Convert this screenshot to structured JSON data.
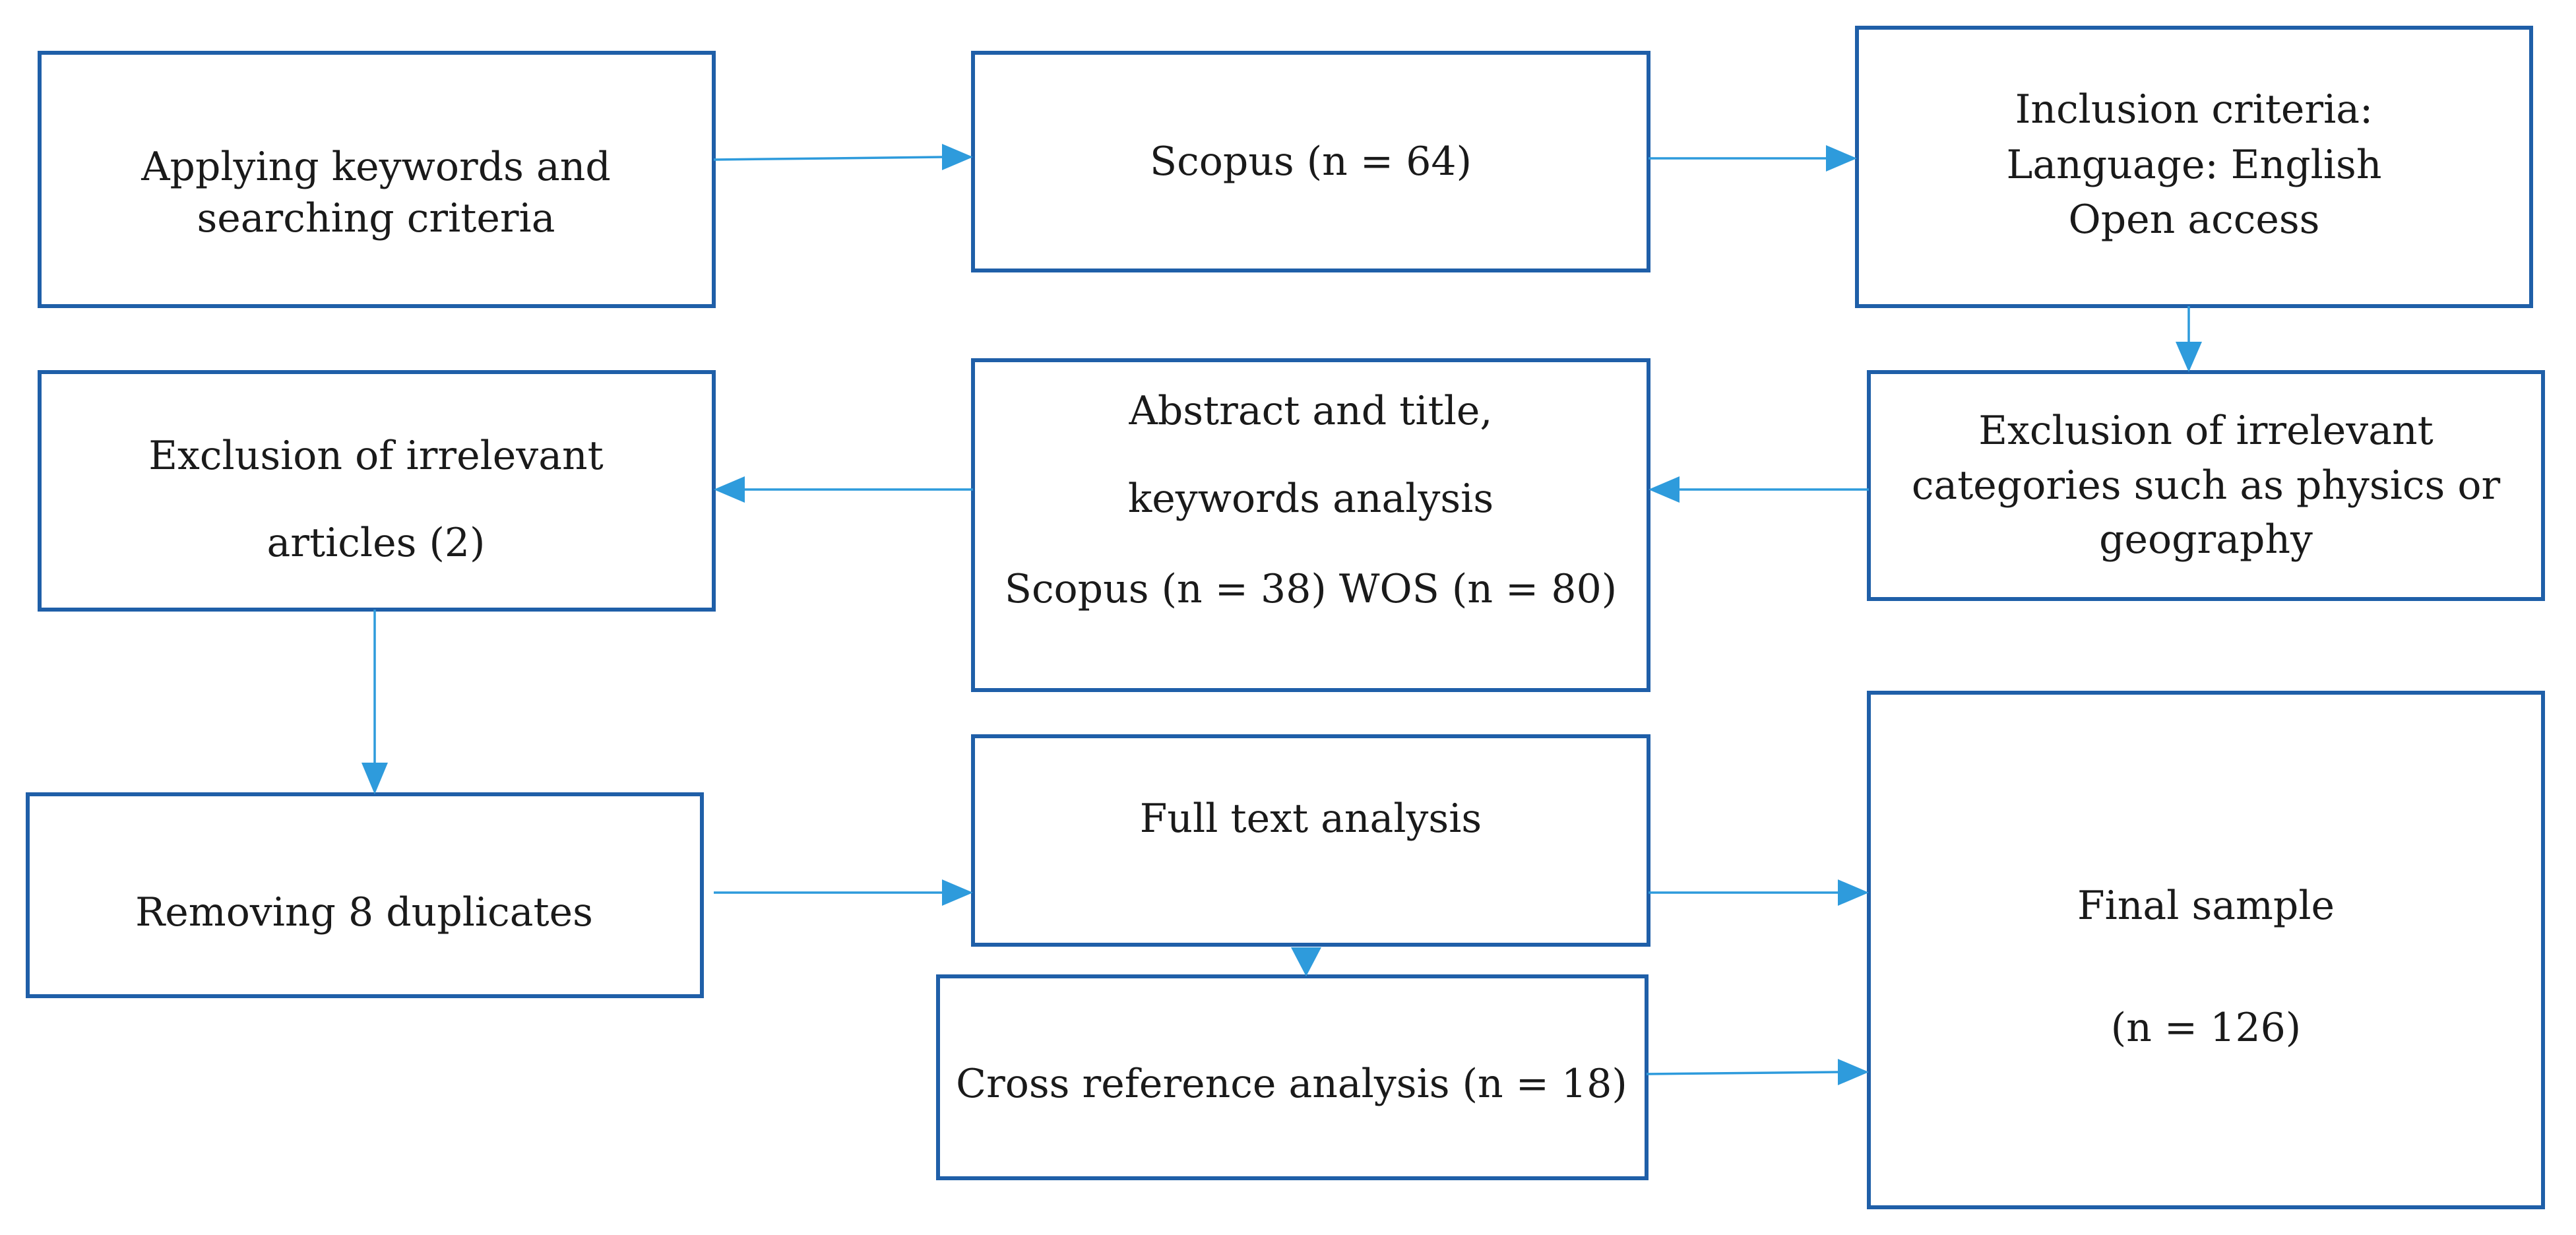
{
  "colors": {
    "box_border": "#1f5fa8",
    "arrow": "#2e9bdc",
    "text": "#1a1a1a",
    "background": "#ffffff"
  },
  "boxes": {
    "keywords": [
      "Applying keywords and",
      "searching criteria"
    ],
    "scopus": [
      "Scopus (n = 64)"
    ],
    "inclusion": [
      "Inclusion criteria:",
      "Language: English",
      "Open access"
    ],
    "exclusion_categories": [
      "Exclusion of irrelevant",
      "categories such as physics or",
      "geography"
    ],
    "abstract_analysis": [
      "Abstract and title,",
      "keywords analysis",
      "Scopus (n = 38) WOS (n = 80)"
    ],
    "exclusion_articles": [
      "Exclusion of irrelevant",
      "articles (2)"
    ],
    "duplicates": [
      "Removing 8 duplicates"
    ],
    "full_text": [
      "Full text analysis"
    ],
    "cross_reference": [
      "Cross reference analysis (n = 18)"
    ],
    "final_sample": [
      "Final sample",
      "(n = 126)"
    ]
  }
}
